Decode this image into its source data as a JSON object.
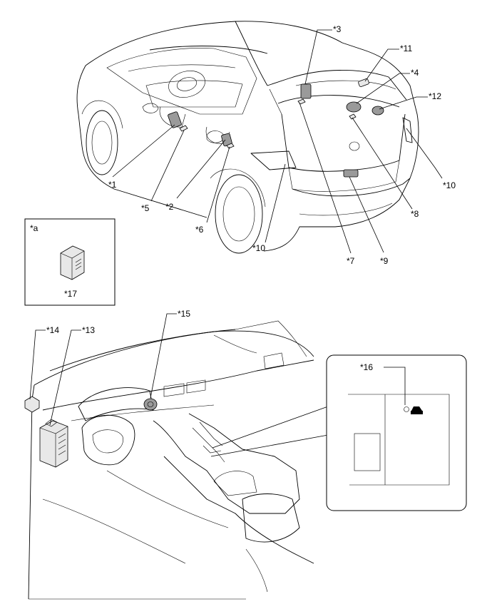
{
  "callouts": {
    "c1": "*1",
    "c2": "*2",
    "c3": "*3",
    "c4": "*4",
    "c5": "*5",
    "c6": "*6",
    "c7": "*7",
    "c8": "*8",
    "c9": "*9",
    "c10a": "*10",
    "c10b": "*10",
    "c11": "*11",
    "c12": "*12",
    "c13": "*13",
    "c14": "*14",
    "c15": "*15",
    "c16": "*16",
    "c17": "*17",
    "ca": "*a"
  }
}
